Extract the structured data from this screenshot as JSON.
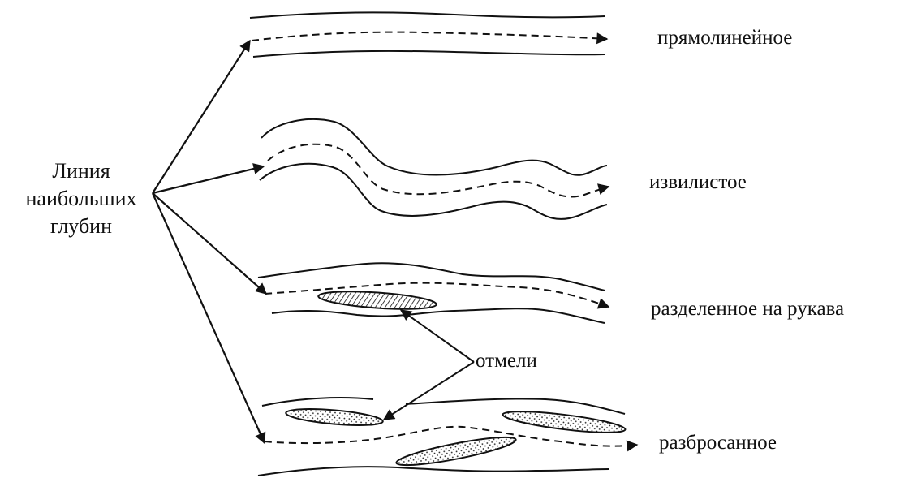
{
  "diagram": {
    "source_label": [
      "Линия",
      "наибольших",
      "глубин"
    ],
    "channel_types": {
      "straight": "прямолинейное",
      "winding": "извилистое",
      "branched": "разделенное на рукава",
      "scattered": "разбросанное"
    },
    "shoals_label": "отмели",
    "colors": {
      "line": "#111111",
      "background": "#ffffff"
    }
  }
}
